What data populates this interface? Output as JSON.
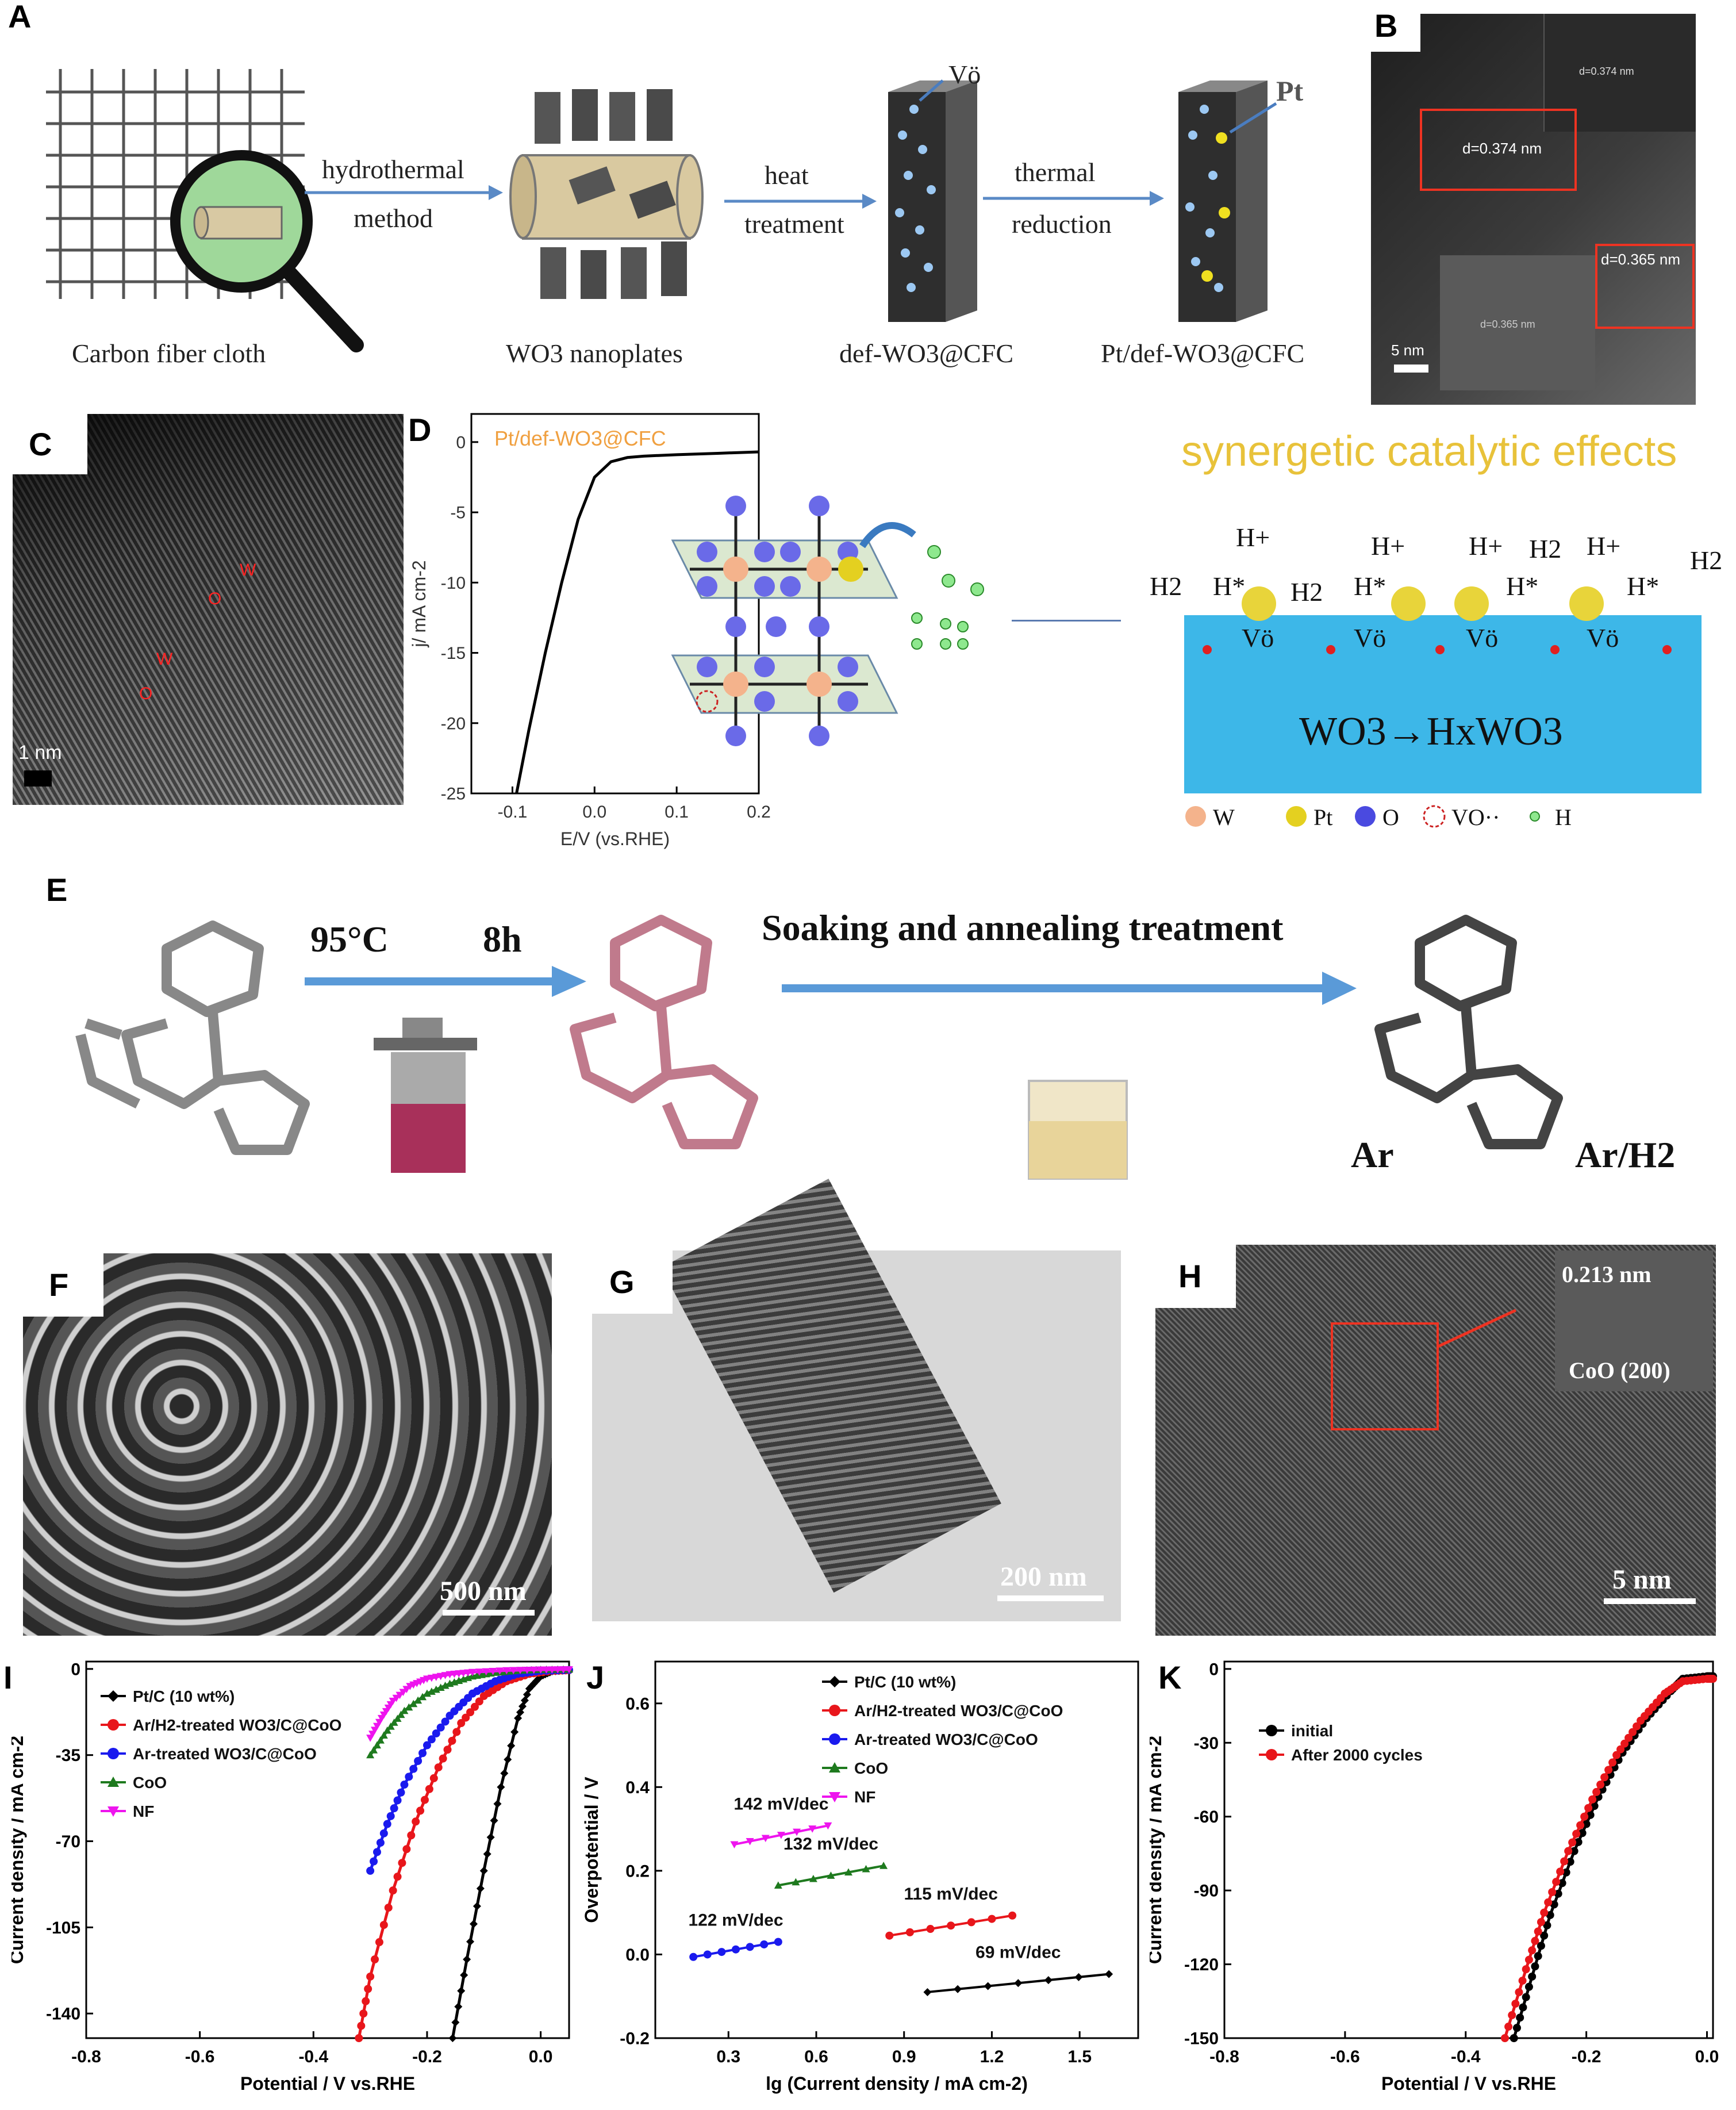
{
  "panels": {
    "A": {
      "label": "A",
      "steps": [
        {
          "arrow_top": "hydrothermal",
          "arrow_bottom": "method"
        },
        {
          "arrow_top": "heat",
          "arrow_bottom": "treatment"
        },
        {
          "arrow_top": "thermal",
          "arrow_bottom": "reduction"
        }
      ],
      "captions": [
        "Carbon fiber cloth",
        "WO3 nanoplates",
        "def-WO3@CFC",
        "Pt/def-WO3@CFC"
      ],
      "vo_label": "Vö",
      "pt_label": "Pt"
    },
    "B": {
      "label": "B",
      "d1": "d=0.374 nm",
      "d1_inset": "d=0.374 nm",
      "d2": "d=0.365 nm",
      "d2_inset": "d=0.365 nm",
      "scale": "5 nm"
    },
    "C": {
      "label": "C",
      "scale": "1 nm",
      "marks": [
        "W",
        "O",
        "W",
        "O"
      ]
    },
    "D": {
      "label": "D",
      "legend_name": "Pt/def-WO3@CFC",
      "xlabel": "E/V (vs.RHE)",
      "ylabel": "j/ mA cm-2",
      "yticks": [
        "0",
        "-5",
        "-10",
        "-15",
        "-20",
        "-25"
      ],
      "xticks": [
        "-0.1",
        "0.0",
        "0.1",
        "0.2"
      ],
      "title_right": "synergetic catalytic effects",
      "reaction": "WO3→HxWO3",
      "legend": [
        "W",
        "Pt",
        "O",
        "VO··",
        "H"
      ],
      "species": {
        "h_plus": "H+",
        "h_star": "H*",
        "h2": "H2",
        "vo": "Vö"
      }
    },
    "E": {
      "label": "E",
      "temp": "95°C",
      "time": "8h",
      "treatment": "Soaking and annealing treatment",
      "ar": "Ar",
      "arh2": "Ar/H2"
    },
    "F": {
      "label": "F",
      "scale": "500 nm"
    },
    "G": {
      "label": "G",
      "scale": "200 nm"
    },
    "H": {
      "label": "H",
      "spacing": "0.213 nm",
      "plane": "CoO (200)",
      "scale": "5 nm"
    },
    "I": {
      "label": "I",
      "xlabel": "Potential / V vs.RHE",
      "ylabel": "Current density / mA cm-2"
    },
    "J": {
      "label": "J",
      "xlabel": "lg (Current density / mA cm-2)",
      "ylabel": "Overpotential / V"
    },
    "K": {
      "label": "K",
      "xlabel": "Potential / V vs.RHE",
      "ylabel": "Current density / mA cm-2"
    }
  },
  "chart_data": [
    {
      "id": "D",
      "type": "line",
      "xlabel": "E/V (vs.RHE)",
      "ylabel": "j/ mA cm-2",
      "xlim": [
        -0.15,
        0.2
      ],
      "ylim": [
        -25,
        2
      ],
      "xticks": [
        -0.1,
        0.0,
        0.1,
        0.2
      ],
      "yticks": [
        0,
        -5,
        -10,
        -15,
        -20,
        -25
      ],
      "series": [
        {
          "name": "Pt/def-WO3@CFC",
          "color": "#000000",
          "x": [
            -0.095,
            -0.08,
            -0.06,
            -0.04,
            -0.02,
            0.0,
            0.02,
            0.04,
            0.06,
            0.1,
            0.15,
            0.2
          ],
          "y": [
            -25,
            -20.5,
            -15,
            -10,
            -5.5,
            -2.5,
            -1.4,
            -1.1,
            -1.0,
            -0.9,
            -0.8,
            -0.7
          ]
        }
      ]
    },
    {
      "id": "I",
      "type": "line",
      "xlabel": "Potential / V vs.RHE",
      "ylabel": "Current density / mA cm-2",
      "xlim": [
        -0.8,
        0.05
      ],
      "ylim": [
        -150,
        3
      ],
      "xticks": [
        -0.8,
        -0.6,
        -0.4,
        -0.2,
        0.0
      ],
      "yticks": [
        0,
        -35,
        -70,
        -105,
        -140
      ],
      "legend": "top-left",
      "series": [
        {
          "name": "Pt/C (10 wt%)",
          "color": "#000000",
          "marker": "diamond",
          "x": [
            -0.155,
            -0.13,
            -0.1,
            -0.07,
            -0.04,
            -0.02,
            0.0,
            0.02,
            0.05
          ],
          "y": [
            -150,
            -118,
            -82,
            -48,
            -20,
            -8,
            -3,
            -1,
            -0.5
          ]
        },
        {
          "name": "Ar/H2-treated WO3/C@CoO",
          "color": "#e8161b",
          "marker": "circle",
          "x": [
            -0.32,
            -0.3,
            -0.26,
            -0.22,
            -0.18,
            -0.14,
            -0.1,
            -0.06,
            -0.02,
            0.02,
            0.05
          ],
          "y": [
            -150,
            -125,
            -90,
            -62,
            -40,
            -22,
            -11,
            -5,
            -2,
            -0.8,
            -0.5
          ]
        },
        {
          "name": "Ar-treated WO3/C@CoO",
          "color": "#1a1aee",
          "marker": "circle",
          "x": [
            -0.3,
            -0.27,
            -0.24,
            -0.2,
            -0.16,
            -0.12,
            -0.08,
            -0.04,
            0.0,
            0.05
          ],
          "y": [
            -82,
            -63,
            -47,
            -31,
            -19,
            -10,
            -5,
            -2,
            -0.8,
            -0.4
          ]
        },
        {
          "name": "CoO",
          "color": "#1e7a1e",
          "marker": "triangle",
          "x": [
            -0.3,
            -0.27,
            -0.24,
            -0.2,
            -0.16,
            -0.12,
            -0.08,
            -0.04,
            0.0,
            0.05
          ],
          "y": [
            -35,
            -25,
            -17,
            -10,
            -6,
            -3,
            -1.5,
            -0.7,
            -0.3,
            -0.2
          ]
        },
        {
          "name": "NF",
          "color": "#ee14ee",
          "marker": "tri-down",
          "x": [
            -0.3,
            -0.28,
            -0.26,
            -0.23,
            -0.2,
            -0.16,
            -0.12,
            -0.06,
            0.0,
            0.05
          ],
          "y": [
            -28,
            -20,
            -13,
            -7,
            -4,
            -2.2,
            -1.3,
            -0.6,
            -0.3,
            -0.2
          ]
        }
      ]
    },
    {
      "id": "J",
      "type": "scatter",
      "xlabel": "lg (Current density / mA cm-2)",
      "ylabel": "Overpotential / V",
      "xlim": [
        0.05,
        1.7
      ],
      "ylim": [
        -0.2,
        0.7
      ],
      "xticks": [
        0.3,
        0.6,
        0.9,
        1.2,
        1.5
      ],
      "yticks": [
        -0.2,
        0.0,
        0.2,
        0.4,
        0.6
      ],
      "legend": "top-center",
      "series": [
        {
          "name": "Pt/C (10 wt%)",
          "color": "#000000",
          "marker": "diamond",
          "slope_label": "69 mV/dec",
          "x": [
            0.98,
            1.6
          ],
          "y": [
            -0.09,
            -0.047
          ]
        },
        {
          "name": "Ar/H2-treated WO3/C@CoO",
          "color": "#e8161b",
          "marker": "circle",
          "slope_label": "115 mV/dec",
          "x": [
            0.85,
            1.27
          ],
          "y": [
            0.045,
            0.093
          ]
        },
        {
          "name": "Ar-treated WO3/C@CoO",
          "color": "#1a1aee",
          "marker": "circle",
          "slope_label": "122 mV/dec",
          "x": [
            0.18,
            0.47
          ],
          "y": [
            -0.006,
            0.03
          ]
        },
        {
          "name": "CoO",
          "color": "#1e7a1e",
          "marker": "triangle",
          "slope_label": "132 mV/dec",
          "x": [
            0.47,
            0.83
          ],
          "y": [
            0.165,
            0.212
          ]
        },
        {
          "name": "NF",
          "color": "#ee14ee",
          "marker": "tri-down",
          "slope_label": "142 mV/dec",
          "x": [
            0.32,
            0.64
          ],
          "y": [
            0.263,
            0.308
          ]
        }
      ]
    },
    {
      "id": "K",
      "type": "line",
      "xlabel": "Potential / V vs.RHE",
      "ylabel": "Current density / mA cm-2",
      "xlim": [
        -0.8,
        0.01
      ],
      "ylim": [
        -150,
        3
      ],
      "xticks": [
        -0.8,
        -0.6,
        -0.4,
        -0.2,
        0.0
      ],
      "yticks": [
        0,
        -30,
        -60,
        -90,
        -120,
        -150
      ],
      "legend": "top-left",
      "series": [
        {
          "name": "initial",
          "color": "#000000",
          "marker": "circle",
          "x": [
            -0.32,
            -0.29,
            -0.26,
            -0.22,
            -0.18,
            -0.14,
            -0.1,
            -0.06,
            -0.04,
            0.0,
            0.01
          ],
          "y": [
            -150,
            -125,
            -100,
            -74,
            -52,
            -34,
            -20,
            -9,
            -4,
            -3,
            -3
          ]
        },
        {
          "name": "After 2000 cycles",
          "color": "#e8161b",
          "marker": "circle",
          "x": [
            -0.335,
            -0.3,
            -0.27,
            -0.23,
            -0.19,
            -0.15,
            -0.11,
            -0.07,
            -0.04,
            0.0,
            0.01
          ],
          "y": [
            -150,
            -122,
            -99,
            -74,
            -53,
            -35,
            -21,
            -10,
            -5,
            -4,
            -4
          ]
        }
      ]
    }
  ]
}
